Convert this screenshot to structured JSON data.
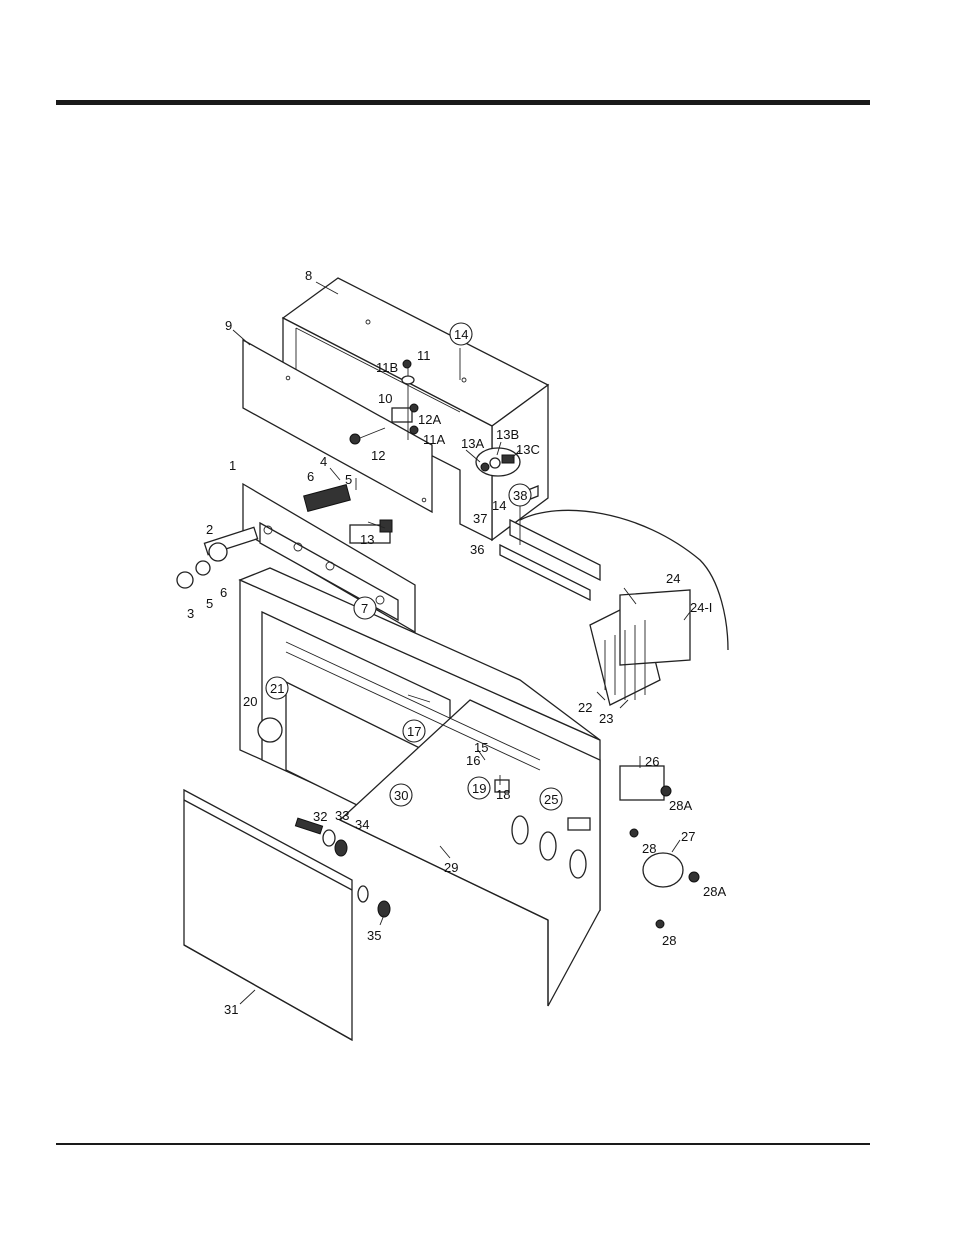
{
  "callouts": {
    "c1": "1",
    "c2": "2",
    "c3": "3",
    "c4": "4",
    "c5a": "5",
    "c5b": "5",
    "c6a": "6",
    "c6b": "6",
    "c7": "7",
    "c8": "8",
    "c9": "9",
    "c10": "10",
    "c11": "11",
    "c11a": "11A",
    "c11b": "11B",
    "c12": "12",
    "c12a": "12A",
    "c13": "13",
    "c13a": "13A",
    "c13b": "13B",
    "c13c": "13C",
    "c14a": "14",
    "c14b": "14",
    "c15": "15",
    "c16": "16",
    "c17": "17",
    "c18": "18",
    "c19": "19",
    "c20": "20",
    "c21": "21",
    "c22": "22",
    "c23": "23",
    "c24": "24",
    "c24i": "24-I",
    "c25": "25",
    "c26": "26",
    "c27": "27",
    "c28a": "28",
    "c28b": "28",
    "c28Aa": "28A",
    "c28Ab": "28A",
    "c29": "29",
    "c30": "30",
    "c31": "31",
    "c32": "32",
    "c33": "33",
    "c34": "34",
    "c35": "35",
    "c36": "36",
    "c37": "37",
    "c38": "38"
  }
}
